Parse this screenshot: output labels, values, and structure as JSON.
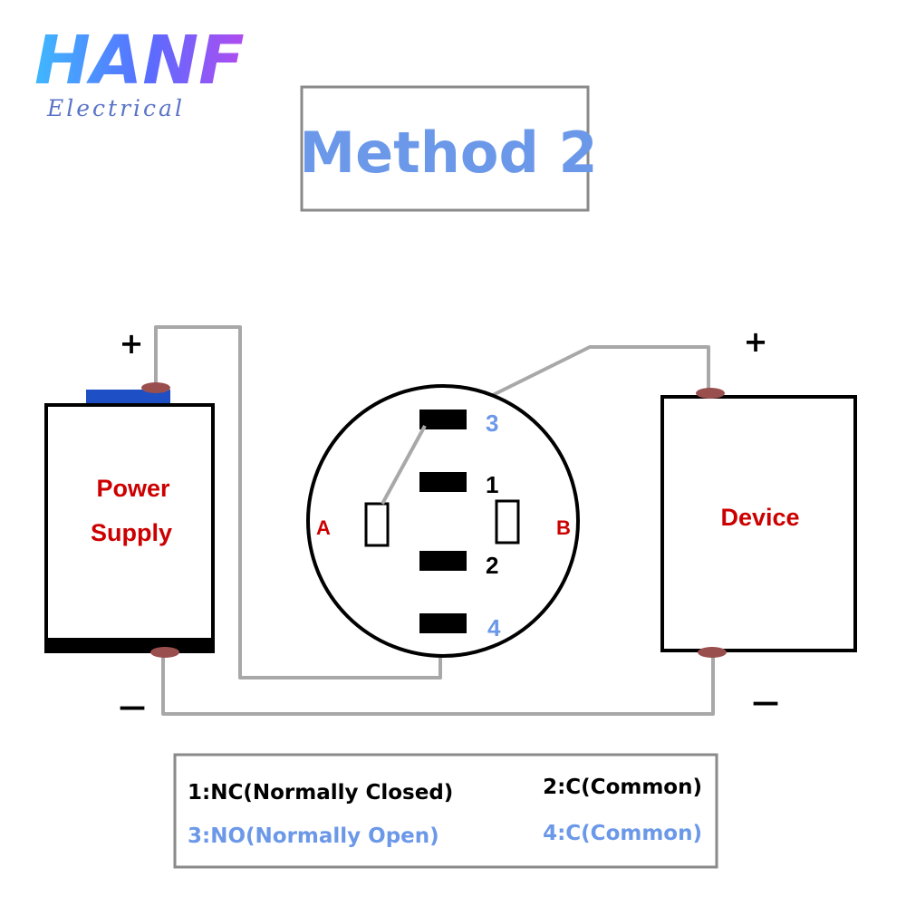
{
  "logo": {
    "main": "HANF",
    "sub": "Electrical"
  },
  "title": "Method 2",
  "power_supply": {
    "line1": "Power",
    "line2": "Supply",
    "plus": "+",
    "minus": "—"
  },
  "device": {
    "label": "Device",
    "plus": "+",
    "minus": "—"
  },
  "switch": {
    "side_a": "A",
    "side_b": "B",
    "pins": [
      "3",
      "1",
      "2",
      "4"
    ]
  },
  "legend": {
    "nc": "1:NC(Normally Closed)",
    "c2": "2:C(Common)",
    "no": "3:NO(Normally Open)",
    "c4": "4:C(Common)"
  },
  "colors": {
    "accent_blue": "#6b98e8",
    "label_red": "#cc0000",
    "wire_gray": "#a8a8a8",
    "terminal_brown": "#9a4f4f",
    "frame_gray": "#8a8a8a"
  }
}
